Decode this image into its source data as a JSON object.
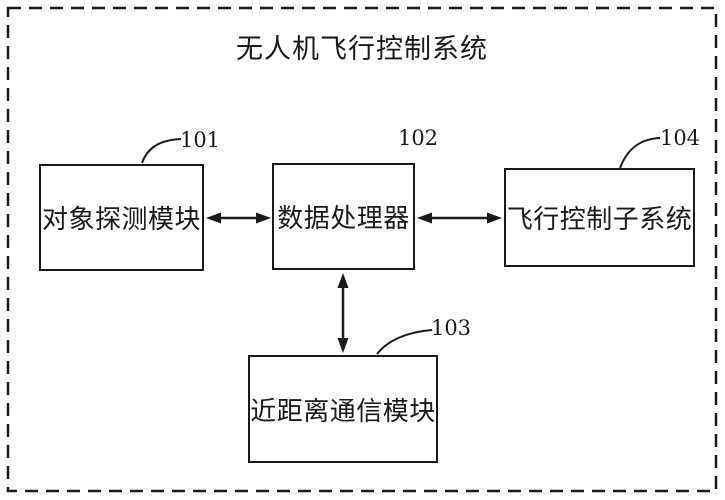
{
  "figure": {
    "title": "无人机飞行控制系统",
    "modules": [
      {
        "ref": "101",
        "label": "对象探测模块"
      },
      {
        "ref": "102",
        "label": "数据处理器"
      },
      {
        "ref": "103",
        "label": "近距离通信模块"
      },
      {
        "ref": "104",
        "label": "飞行控制子系统"
      }
    ],
    "connections": [
      {
        "from": "101",
        "to": "102",
        "type": "bidirectional"
      },
      {
        "from": "102",
        "to": "104",
        "type": "bidirectional"
      },
      {
        "from": "102",
        "to": "103",
        "type": "bidirectional"
      }
    ],
    "colors": {
      "ink": "#1a1a1a",
      "background": "#ffffff"
    }
  }
}
